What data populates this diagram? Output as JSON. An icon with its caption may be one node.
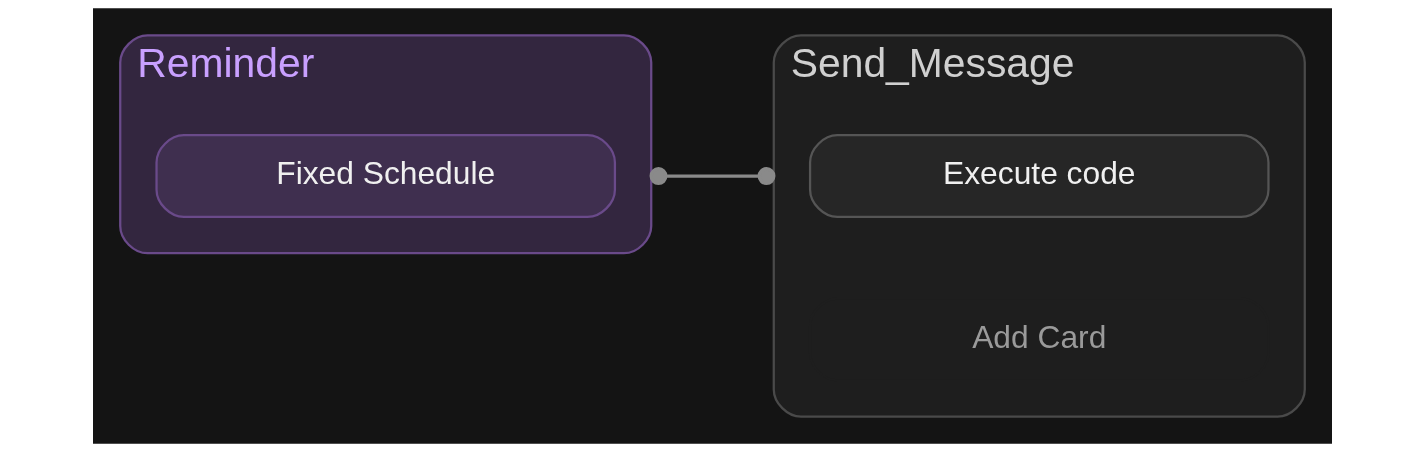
{
  "diagram": {
    "nodes": [
      {
        "text": [
          "Reminder"
        ]
      },
      {
        "text": [
          "Fixed Schedule"
        ],
        "in": 0
      },
      {
        "text": [
          "Send_Message"
        ]
      },
      {
        "text": [
          "Execute code"
        ],
        "in": 2
      },
      {
        "text": [
          "Add Card"
        ],
        "in": 2
      }
    ],
    "edges": [
      {
        "from": 0,
        "to": 2,
        "arrow": "other"
      }
    ]
  }
}
